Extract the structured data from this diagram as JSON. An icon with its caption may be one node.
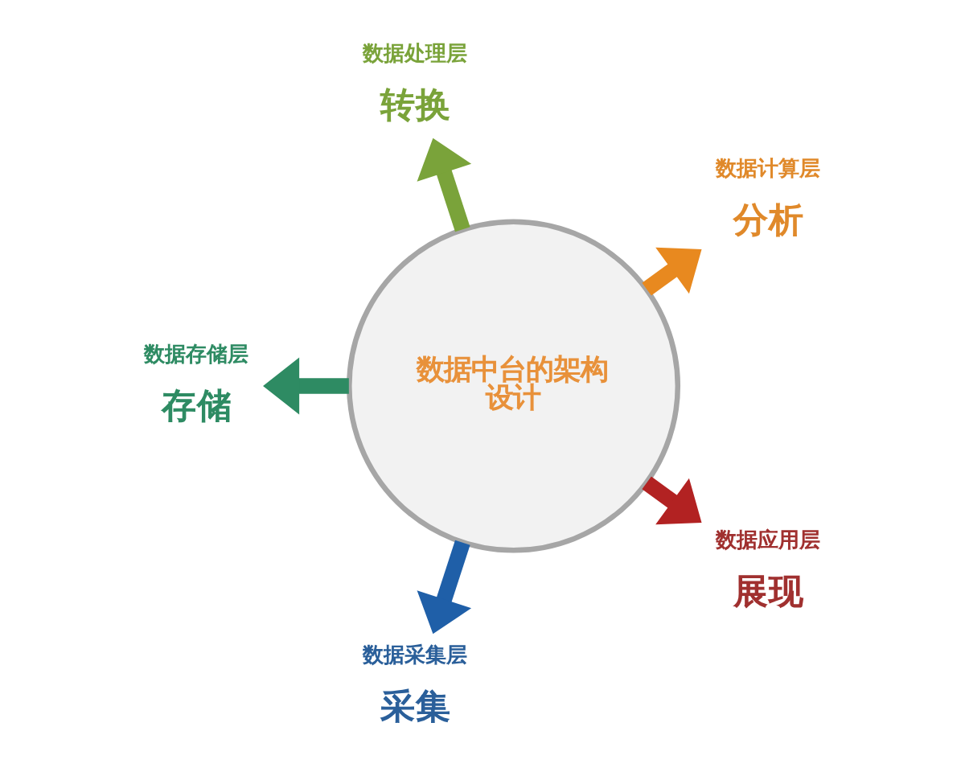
{
  "diagram": {
    "nodes": [
      {
        "text": [
          "数据中台的架构设计"
        ]
      },
      {
        "text": [
          "数据处理层",
          "转换"
        ]
      },
      {
        "text": [
          "数据存储层",
          "存储"
        ]
      },
      {
        "text": [
          "数据计算层",
          "分析"
        ]
      },
      {
        "text": [
          "数据采集层",
          "采集"
        ]
      },
      {
        "text": [
          "数据应用层",
          "展现"
        ]
      }
    ],
    "edges": [
      {
        "from": 0,
        "to": 4,
        "arrow": "to",
        "color": "#1f5fa8"
      },
      {
        "from": 0,
        "to": 2,
        "arrow": "to",
        "color": "#2e8b63"
      },
      {
        "from": 0,
        "to": 1,
        "arrow": "to",
        "color": "#7aa33a"
      },
      {
        "from": 0,
        "to": 3,
        "arrow": "to",
        "color": "#e8891f"
      },
      {
        "from": 0,
        "to": 5,
        "arrow": "to",
        "color": "#b22222"
      }
    ]
  }
}
